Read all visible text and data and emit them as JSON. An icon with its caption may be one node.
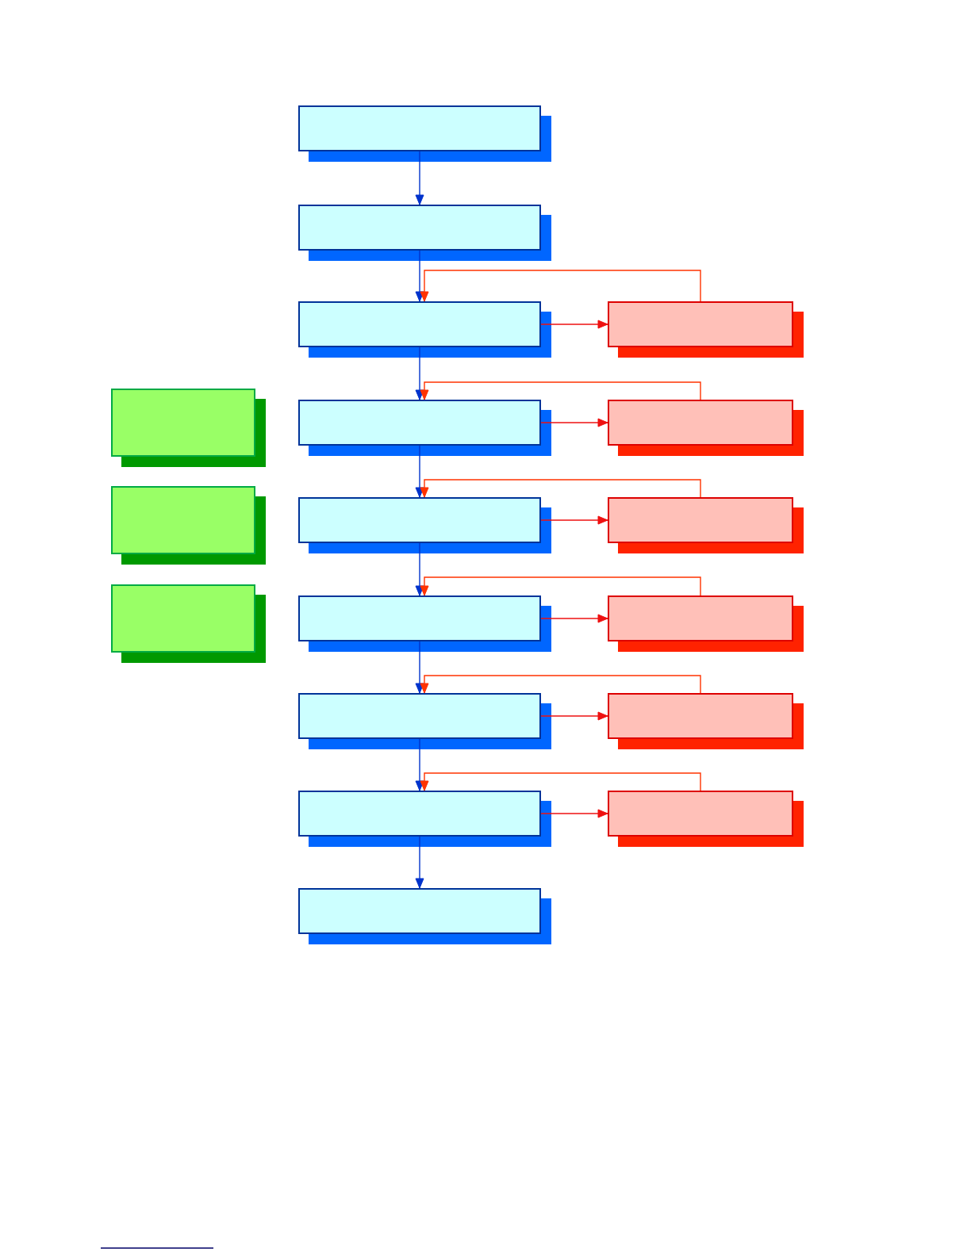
{
  "diagram": {
    "nodes": [
      {
        "text": [],
        "shape": "box"
      },
      {
        "text": [],
        "shape": "box"
      },
      {
        "text": [],
        "shape": "box"
      },
      {
        "text": [],
        "shape": "box"
      },
      {
        "text": [],
        "shape": "box"
      },
      {
        "text": [],
        "shape": "box"
      },
      {
        "text": [],
        "shape": "box"
      },
      {
        "text": [],
        "shape": "box"
      },
      {
        "text": [],
        "shape": "box"
      },
      {
        "text": [],
        "shape": "box"
      },
      {
        "text": [],
        "shape": "box"
      },
      {
        "text": [],
        "shape": "box"
      },
      {
        "text": [],
        "shape": "box"
      },
      {
        "text": [],
        "shape": "box"
      },
      {
        "text": [],
        "shape": "box"
      },
      {
        "text": [],
        "shape": "box"
      },
      {
        "text": [],
        "shape": "box"
      },
      {
        "text": [],
        "shape": "box"
      }
    ],
    "edges": [
      {
        "from": 0,
        "to": 1,
        "arrow": "to"
      },
      {
        "from": 1,
        "to": 2,
        "arrow": "to"
      },
      {
        "from": 2,
        "to": 3,
        "arrow": "to"
      },
      {
        "from": 3,
        "to": 4,
        "arrow": "to"
      },
      {
        "from": 4,
        "to": 5,
        "arrow": "to"
      },
      {
        "from": 5,
        "to": 6,
        "arrow": "to"
      },
      {
        "from": 6,
        "to": 7,
        "arrow": "to"
      },
      {
        "from": 7,
        "to": 8,
        "arrow": "to"
      },
      {
        "from": 2,
        "to": 9,
        "arrow": "to",
        "color": "#ee1111"
      },
      {
        "from": 3,
        "to": 10,
        "arrow": "to",
        "color": "#ee1111"
      },
      {
        "from": 4,
        "to": 11,
        "arrow": "to",
        "color": "#ee1111"
      },
      {
        "from": 5,
        "to": 12,
        "arrow": "to",
        "color": "#ee1111"
      },
      {
        "from": 6,
        "to": 13,
        "arrow": "to",
        "color": "#ee1111"
      },
      {
        "from": 7,
        "to": 14,
        "arrow": "to",
        "color": "#ee1111"
      },
      {
        "from": 9,
        "to": 2,
        "arrow": "to",
        "color": "#ff3300"
      },
      {
        "from": 10,
        "to": 3,
        "arrow": "to",
        "color": "#ff3300"
      },
      {
        "from": 11,
        "to": 4,
        "arrow": "to",
        "color": "#ff3300"
      },
      {
        "from": 12,
        "to": 5,
        "arrow": "to",
        "color": "#ff3300"
      },
      {
        "from": 13,
        "to": 6,
        "arrow": "to",
        "color": "#ff3300"
      },
      {
        "from": 14,
        "to": 7,
        "arrow": "to",
        "color": "#ff3300"
      }
    ]
  }
}
